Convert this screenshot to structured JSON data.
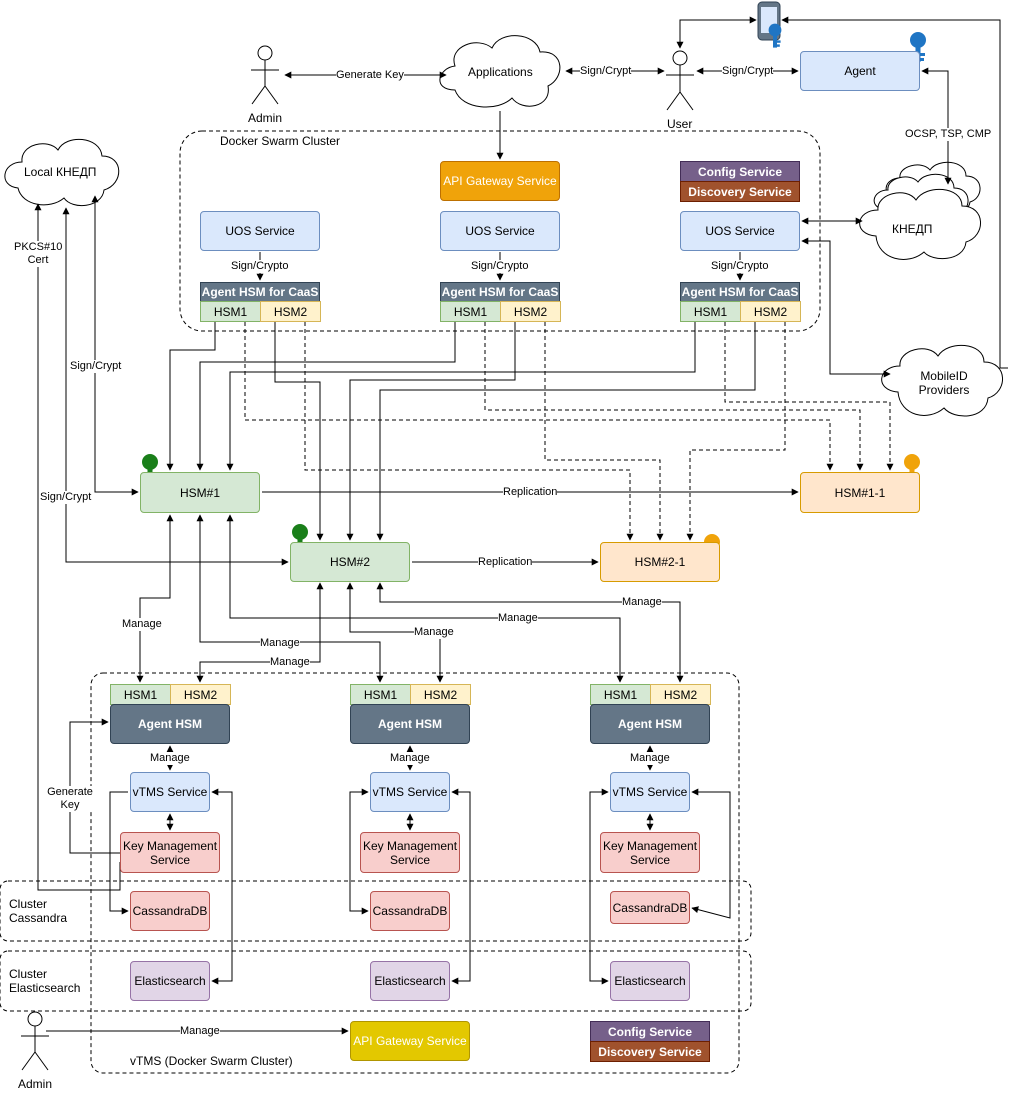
{
  "actors": {
    "admin_top": "Admin",
    "user": "User",
    "admin_bottom": "Admin"
  },
  "clouds": {
    "applications": "Applications",
    "local_kendp": "Local КНЕДП",
    "kendp": "КНЕДП",
    "mobileid": "MobileID Providers"
  },
  "clusters": {
    "docker_swarm": "Docker Swarm Cluster",
    "vtms": "vTMS (Docker Swarm Cluster)",
    "cassandra": "Cluster Cassandra",
    "elasticsearch": "Cluster Elasticsearch"
  },
  "services": {
    "api_gateway": "API Gateway Service",
    "config": "Config Service",
    "discovery": "Discovery Service",
    "uos": "UOS Service",
    "agent_hsm_caas": "Agent HSM for CaaS",
    "agent": "Agent",
    "agent_hsm": "Agent HSM",
    "vtms": "vTMS Service",
    "key_mgmt": "Key Management Service",
    "cassandra_db": "CassandraDB",
    "elasticsearch": "Elasticsearch"
  },
  "hsm": {
    "hsm1_slot": "HSM1",
    "hsm2_slot": "HSM2",
    "hsm1": "HSM#1",
    "hsm2": "HSM#2",
    "hsm1_1": "HSM#1-1",
    "hsm2_1": "HSM#2-1"
  },
  "labels": {
    "generate_key": "Generate Key",
    "sign_crypt": "Sign/Crypt",
    "sign_crypto": "Sign/Crypto",
    "ocsp": "OCSP, TSP, CMP",
    "pkcs": "PKCS#10 Cert",
    "replication": "Replication",
    "manage": "Manage",
    "generate_key_ml": "Generate Key"
  },
  "colors": {
    "key_green": "#1a7f1a",
    "key_orange": "#f0a30a",
    "key_blue": "#1f75c4",
    "line": "#000000"
  }
}
